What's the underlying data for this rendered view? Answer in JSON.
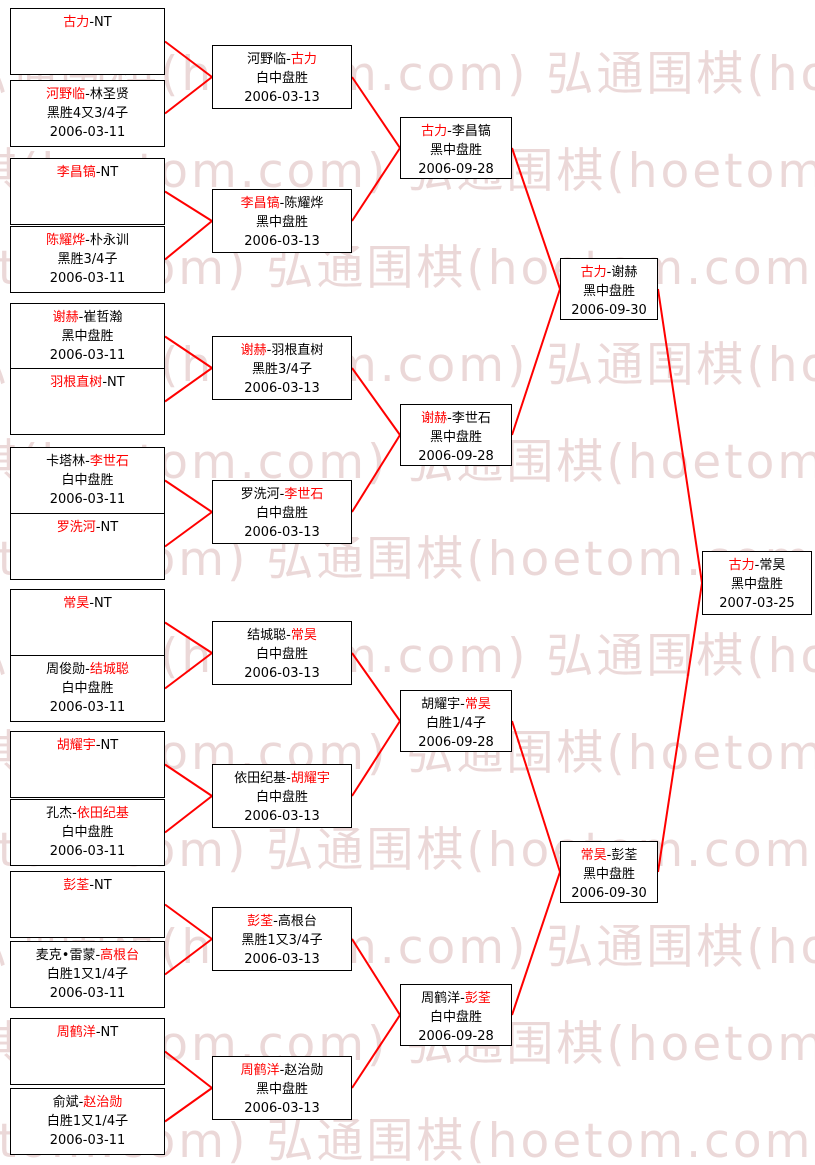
{
  "watermark": {
    "text": "弘通围棋(hoetom.com)"
  },
  "separator": "-",
  "colors": {
    "winner": "#ff0000",
    "line": "#ff0000",
    "border": "#000000",
    "watermark": "#dcb9b9"
  },
  "rounds": [
    [
      {
        "p1": "古力",
        "c1": "win",
        "p2": "NT",
        "c2": "",
        "res": "",
        "date": ""
      },
      {
        "p1": "河野临",
        "c1": "win",
        "p2": "林圣贤",
        "c2": "",
        "res": "黑胜4又3/4子",
        "date": "2006-03-11"
      },
      {
        "p1": "李昌镐",
        "c1": "win",
        "p2": "NT",
        "c2": "",
        "res": "",
        "date": ""
      },
      {
        "p1": "陈耀烨",
        "c1": "win",
        "p2": "朴永训",
        "c2": "",
        "res": "黑胜3/4子",
        "date": "2006-03-11"
      },
      {
        "p1": "谢赫",
        "c1": "win",
        "p2": "崔哲瀚",
        "c2": "",
        "res": "黑中盘胜",
        "date": "2006-03-11"
      },
      {
        "p1": "羽根直树",
        "c1": "win",
        "p2": "NT",
        "c2": "",
        "res": "",
        "date": ""
      },
      {
        "p1": "卡塔林",
        "c1": "",
        "p2": "李世石",
        "c2": "win",
        "res": "白中盘胜",
        "date": "2006-03-11"
      },
      {
        "p1": "罗洗河",
        "c1": "win",
        "p2": "NT",
        "c2": "",
        "res": "",
        "date": ""
      },
      {
        "p1": "常昊",
        "c1": "win",
        "p2": "NT",
        "c2": "",
        "res": "",
        "date": ""
      },
      {
        "p1": "周俊勋",
        "c1": "",
        "p2": "结城聪",
        "c2": "win",
        "res": "白中盘胜",
        "date": "2006-03-11"
      },
      {
        "p1": "胡耀宇",
        "c1": "win",
        "p2": "NT",
        "c2": "",
        "res": "",
        "date": ""
      },
      {
        "p1": "孔杰",
        "c1": "",
        "p2": "依田纪基",
        "c2": "win",
        "res": "白中盘胜",
        "date": "2006-03-11"
      },
      {
        "p1": "彭荃",
        "c1": "win",
        "p2": "NT",
        "c2": "",
        "res": "",
        "date": ""
      },
      {
        "p1": "麦克•雷蒙",
        "c1": "",
        "p2": "高根台",
        "c2": "win",
        "res": "白胜1又1/4子",
        "date": "2006-03-11"
      },
      {
        "p1": "周鹤洋",
        "c1": "win",
        "p2": "NT",
        "c2": "",
        "res": "",
        "date": ""
      },
      {
        "p1": "俞斌",
        "c1": "",
        "p2": "赵治勋",
        "c2": "win",
        "res": "白胜1又1/4子",
        "date": "2006-03-11"
      }
    ],
    [
      {
        "p1": "河野临",
        "c1": "",
        "p2": "古力",
        "c2": "win",
        "res": "白中盘胜",
        "date": "2006-03-13"
      },
      {
        "p1": "李昌镐",
        "c1": "win",
        "p2": "陈耀烨",
        "c2": "",
        "res": "黑中盘胜",
        "date": "2006-03-13"
      },
      {
        "p1": "谢赫",
        "c1": "win",
        "p2": "羽根直树",
        "c2": "",
        "res": "黑胜3/4子",
        "date": "2006-03-13"
      },
      {
        "p1": "罗洗河",
        "c1": "",
        "p2": "李世石",
        "c2": "win",
        "res": "白中盘胜",
        "date": "2006-03-13"
      },
      {
        "p1": "结城聪",
        "c1": "",
        "p2": "常昊",
        "c2": "win",
        "res": "白中盘胜",
        "date": "2006-03-13"
      },
      {
        "p1": "依田纪基",
        "c1": "",
        "p2": "胡耀宇",
        "c2": "win",
        "res": "白中盘胜",
        "date": "2006-03-13"
      },
      {
        "p1": "彭荃",
        "c1": "win",
        "p2": "高根台",
        "c2": "",
        "res": "黑胜1又3/4子",
        "date": "2006-03-13"
      },
      {
        "p1": "周鹤洋",
        "c1": "win",
        "p2": "赵治勋",
        "c2": "",
        "res": "黑中盘胜",
        "date": "2006-03-13"
      }
    ],
    [
      {
        "p1": "古力",
        "c1": "win",
        "p2": "李昌镐",
        "c2": "",
        "res": "黑中盘胜",
        "date": "2006-09-28"
      },
      {
        "p1": "谢赫",
        "c1": "win",
        "p2": "李世石",
        "c2": "",
        "res": "黑中盘胜",
        "date": "2006-09-28"
      },
      {
        "p1": "胡耀宇",
        "c1": "",
        "p2": "常昊",
        "c2": "win",
        "res": "白胜1/4子",
        "date": "2006-09-28"
      },
      {
        "p1": "周鹤洋",
        "c1": "",
        "p2": "彭荃",
        "c2": "win",
        "res": "白中盘胜",
        "date": "2006-09-28"
      }
    ],
    [
      {
        "p1": "古力",
        "c1": "win",
        "p2": "谢赫",
        "c2": "",
        "res": "黑中盘胜",
        "date": "2006-09-30"
      },
      {
        "p1": "常昊",
        "c1": "win",
        "p2": "彭荃",
        "c2": "",
        "res": "黑中盘胜",
        "date": "2006-09-30"
      }
    ],
    [
      {
        "p1": "古力",
        "c1": "win",
        "p2": "常昊",
        "c2": "",
        "res": "黑中盘胜",
        "date": "2007-03-25"
      }
    ]
  ]
}
